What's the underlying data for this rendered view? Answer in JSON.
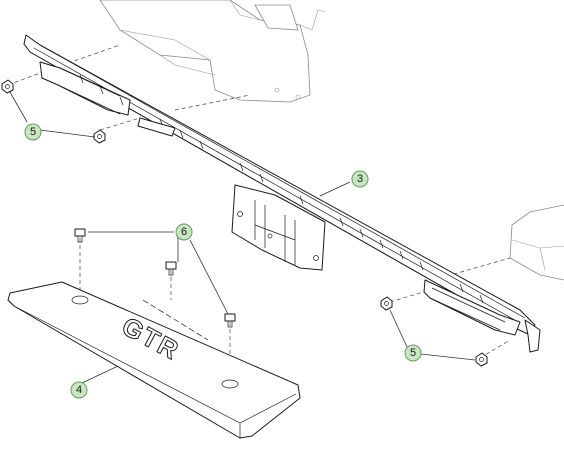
{
  "diagram": {
    "callouts": [
      {
        "id": "callout-5-left",
        "label": "5"
      },
      {
        "id": "callout-6",
        "label": "6"
      },
      {
        "id": "callout-3",
        "label": "3"
      },
      {
        "id": "callout-4",
        "label": "4"
      },
      {
        "id": "callout-5-right",
        "label": "5"
      }
    ],
    "plate_lettering": "GTR"
  }
}
